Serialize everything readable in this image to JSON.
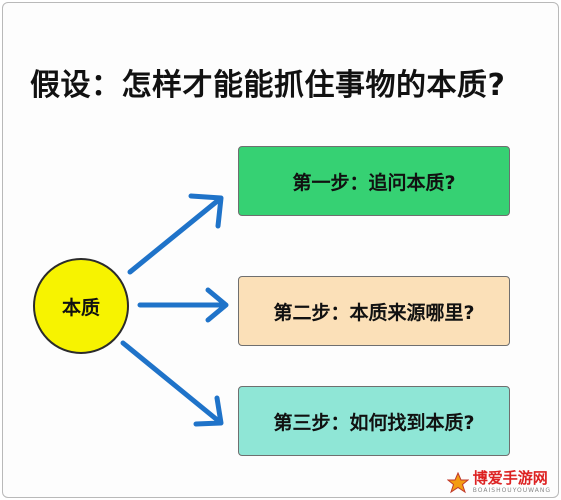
{
  "title": "假设：怎样才能能抓住事物的本质?",
  "center": {
    "label": "本质",
    "color": "#f7f300"
  },
  "steps": [
    {
      "label": "第一步：追问本质?",
      "color": "#36d173"
    },
    {
      "label": "第二步：本质来源哪里?",
      "color": "#fbe0b8"
    },
    {
      "label": "第三步：如何找到本质?",
      "color": "#8fe6d6"
    }
  ],
  "arrow_color": "#1f73c9",
  "watermark": {
    "main": "博爱手游网",
    "sub": "BOAISHOUYOUWANG"
  }
}
